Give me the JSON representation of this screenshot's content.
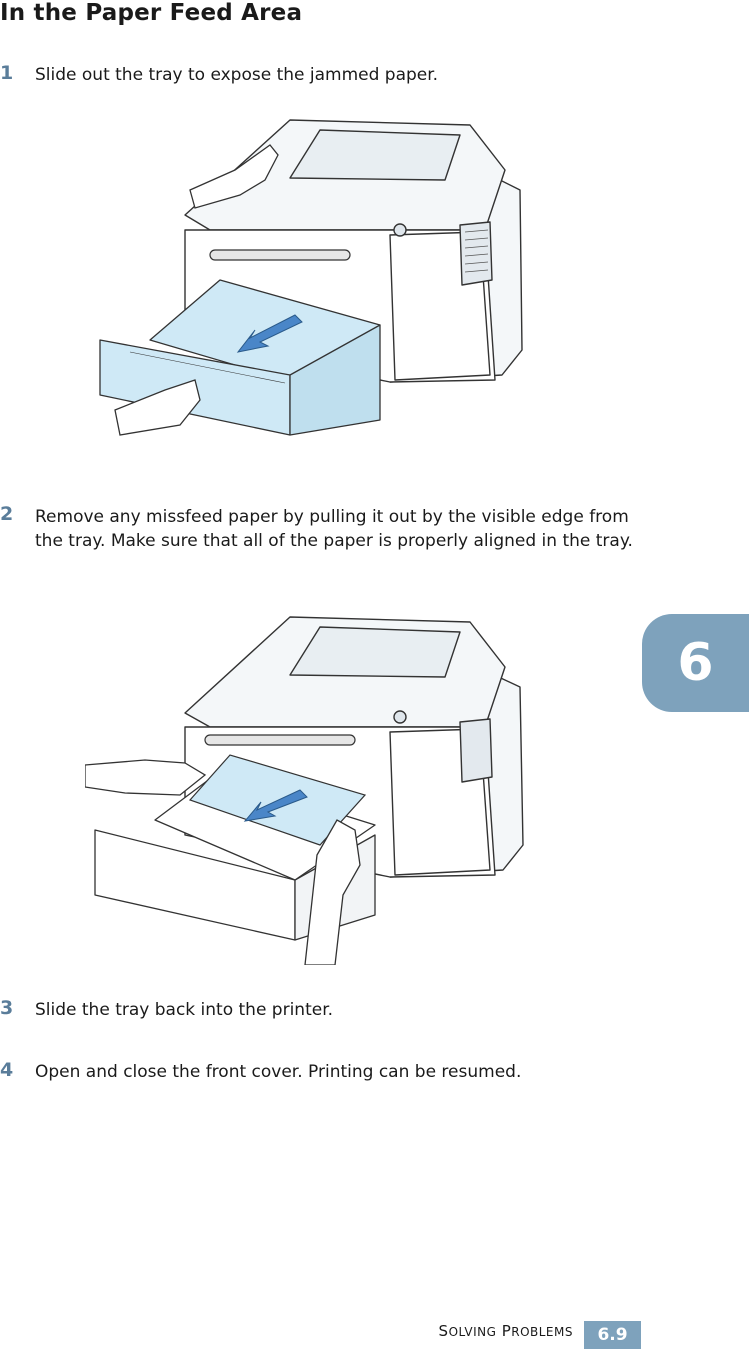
{
  "page": {
    "section_title": "In the Paper Feed Area",
    "steps": [
      {
        "number": "1",
        "text": "Slide out the tray to expose the jammed paper."
      },
      {
        "number": "2",
        "text": "Remove any missfeed paper by pulling it out by the visible edge from the tray. Make sure that all of the paper is properly aligned in the tray."
      },
      {
        "number": "3",
        "text": "Slide the tray back into the printer."
      },
      {
        "number": "4",
        "text": "Open and close the front cover. Printing can be resumed."
      }
    ],
    "chapter_tab": "6",
    "footer": {
      "label_s": "S",
      "label_olving": "OLVING",
      "label_p": "P",
      "label_roblems": "ROBLEMS",
      "page_number": "6.9"
    }
  },
  "colors": {
    "accent": "#7ea2bc",
    "step_number": "#5a7d9a",
    "paper_blue": "#cfe9f6",
    "arrow_blue": "#4a86c8"
  },
  "icons": [
    "printer-illustration",
    "hand-illustration",
    "arrow-icon"
  ]
}
